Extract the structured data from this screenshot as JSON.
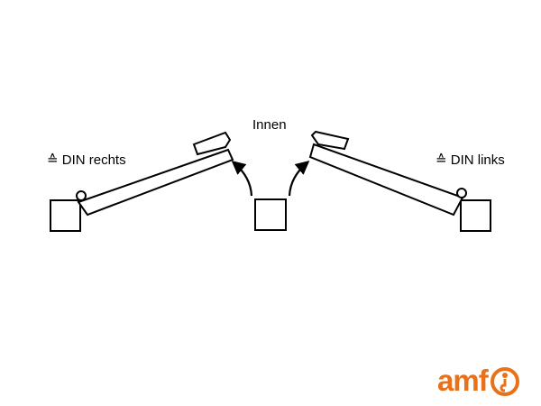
{
  "labels": {
    "center": "Innen",
    "left": "≙ DIN rechts",
    "right": "≙ DIN links"
  },
  "logo": {
    "text": "amf",
    "color": "#E8711A"
  },
  "colors": {
    "stroke": "#000000",
    "background": "#ffffff"
  }
}
